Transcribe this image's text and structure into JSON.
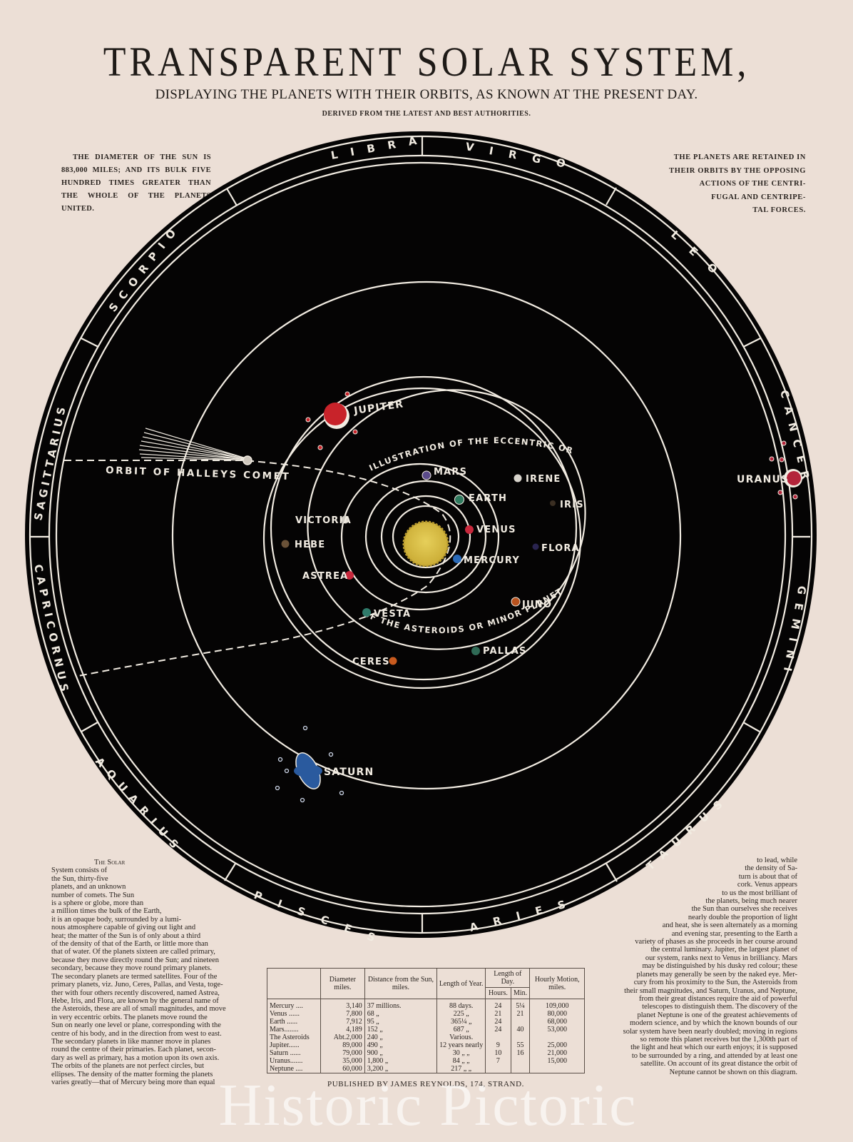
{
  "header": {
    "title": "TRANSPARENT SOLAR SYSTEM,",
    "subtitle": "DISPLAYING THE PLANETS WITH THEIR ORBITS, AS KNOWN AT THE PRESENT DAY.",
    "tagline": "DERIVED FROM THE LATEST AND BEST AUTHORITIES."
  },
  "notes": {
    "left": "THE DIAMETER OF THE SUN IS 883,000 MILES; AND ITS BULK FIVE HUNDRED TIMES GREATER THAN THE WHOLE OF THE PLANETS UNITED.",
    "right_lines": [
      "THE PLANETS ARE RETAINED IN",
      "THEIR ORBITS BY THE OPPOSING",
      "ACTIONS OF THE CENTRI-",
      "FUGAL AND CENTRIPE-",
      "TAL FORCES."
    ]
  },
  "zodiac": [
    "LIBRA",
    "VIRGO",
    "LEO",
    "CANCER",
    "GEMINI",
    "TAURUS",
    "ARIES",
    "PISCES",
    "AQUARIUS",
    "CAPRICORNUS",
    "SAGITTARIUS",
    "SCORPIO"
  ],
  "diagram": {
    "colors": {
      "paper": "#ecdfd6",
      "sky": "#050404",
      "orbit_line": "#f2ece2",
      "sun": "#d8c046",
      "jupiter": "#c8232a",
      "saturn": "#2a5a9e",
      "uranus": "#b3243a",
      "mars": "#5a4a8a",
      "earth": "#2f7a5e",
      "venus": "#c8283c",
      "mercury": "#2a6ab8"
    },
    "labels": {
      "jupiter": "JUPITER",
      "saturn": "SATURN",
      "uranus": "URANUS",
      "mars": "MARS",
      "earth": "EARTH",
      "venus": "VENUS",
      "mercury": "MERCURY",
      "irene": "IRENE",
      "iris": "IRIS",
      "flora": "FLORA",
      "victoria": "VICTORIA",
      "hebe": "HEBE",
      "astrea": "ASTREA",
      "juno": "JUNO",
      "vesta": "VESTA",
      "pallas": "PALLAS",
      "ceres": "CERES",
      "comet_orbit": "ORBIT OF HALLEYS COMET",
      "eccentric_top": "ILLUSTRATION OF THE ECCENTRIC ORBITS",
      "eccentric_bottom": "OF THE ASTEROIDS OR MINOR PLANETS"
    }
  },
  "body_text": {
    "left_lines": [
      "The Solar",
      "System consists of",
      "the Sun, thirty-five",
      "planets, and an unknown",
      "number of comets. The Sun",
      "is a sphere or globe, more than",
      "a million times the bulk of the Earth,",
      "it is an opaque body, surrounded by a lumi-",
      "nous atmosphere capable of giving out light and",
      "heat; the matter of the Sun is of only about a third",
      "of the density of that of the Earth, or little more than",
      "that of water. Of the planets sixteen are called primary,",
      "because they move directly round the Sun; and nineteen",
      "secondary, because they move round primary planets.",
      "The secondary planets are termed satellites. Four of the",
      "primary planets, viz. Juno, Ceres, Pallas, and Vesta, toge-",
      "ther with four others recently discovered, named Astrea,",
      "Hebe, Iris, and Flora, are known by the general name of",
      "the Asteroids, these are all of small magnitudes, and move",
      "in very eccentric orbits. The planets move round the",
      "Sun on nearly one level or plane, corresponding with the",
      "centre of his body, and in the direction from west to east.",
      "The secondary planets in like manner move in planes",
      "round the centre of their primaries. Each planet, secon-",
      "dary as well as primary, has a motion upon its own axis.",
      "The orbits of the planets are not perfect circles, but",
      "ellipses. The density of the matter forming the planets",
      "varies greatly—that of Mercury being more than equal"
    ],
    "right_lines": [
      "to lead, while",
      "the density of Sa-",
      "turn is about that of",
      "cork. Venus appears",
      "to us the most brilliant of",
      "the planets, being much nearer",
      "the Sun than ourselves she receives",
      "nearly double the proportion of light",
      "and heat, she is seen alternately as a morning",
      "and evening star, presenting to the Earth a",
      "variety of phases as she proceeds in her course around",
      "the central luminary. Jupiter, the largest planet of",
      "our system, ranks next to Venus in brilliancy. Mars",
      "may be distinguished by his dusky red colour; these",
      "planets may generally be seen by the naked eye. Mer-",
      "cury from his proximity to the Sun, the Asteroids from",
      "their small magnitudes, and Saturn, Uranus, and Neptune,",
      "from their great distances require the aid of powerful",
      "telescopes to distinguish them. The discovery of the",
      "planet Neptune is one of the greatest achievements of",
      "modern science, and by which the known bounds of our",
      "solar system have been nearly doubled; moving in regions",
      "so remote this planet receives but the 1,300th part of",
      "the light and heat which our earth enjoys; it is supposed",
      "to be surrounded by a ring, and attended by at least one",
      "satellite. On account of its great distance the orbit of",
      "Neptune cannot be shown on this diagram."
    ]
  },
  "table": {
    "headers": {
      "diameter": "Diameter miles.",
      "distance": "Distance from the Sun, miles.",
      "year": "Length of Year.",
      "day": "Length of Day.",
      "hours": "Hours.",
      "min": "Min.",
      "motion": "Hourly Motion, miles."
    },
    "rows": [
      {
        "name": "Mercury ....",
        "diameter": "3,140",
        "distance": "37 millions.",
        "dist_unit": "",
        "year": "88 days.",
        "year_unit": "",
        "hours": "24",
        "min": "5¼",
        "motion": "109,000"
      },
      {
        "name": "Venus ......",
        "diameter": "7,800",
        "distance": "68",
        "dist_unit": "„",
        "year": "225",
        "year_unit": "„",
        "hours": "21",
        "min": "21",
        "motion": "80,000"
      },
      {
        "name": "Earth ......",
        "diameter": "7,912",
        "distance": "95",
        "dist_unit": "„",
        "year": "365¼",
        "year_unit": "„",
        "hours": "24",
        "min": "",
        "motion": "68,000"
      },
      {
        "name": "Mars........",
        "diameter": "4,189",
        "distance": "152",
        "dist_unit": "„",
        "year": "687",
        "year_unit": "„",
        "hours": "24",
        "min": "40",
        "motion": "53,000"
      },
      {
        "name": "The Asteroids",
        "diameter": "Abt.2,000",
        "distance": "240",
        "dist_unit": "„",
        "year": "Various.",
        "year_unit": "",
        "hours": "",
        "min": "",
        "motion": ""
      },
      {
        "name": "Jupiter......",
        "diameter": "89,000",
        "distance": "490",
        "dist_unit": "„",
        "year": "12 years nearly",
        "year_unit": "",
        "hours": "9",
        "min": "55",
        "motion": "25,000"
      },
      {
        "name": "Saturn ......",
        "diameter": "79,000",
        "distance": "900",
        "dist_unit": "„",
        "year": "30",
        "year_unit": "„    „",
        "hours": "10",
        "min": "16",
        "motion": "21,000"
      },
      {
        "name": "Uranus.......",
        "diameter": "35,000",
        "distance": "1,800",
        "dist_unit": "„",
        "year": "84",
        "year_unit": "„    „",
        "hours": "7",
        "min": "",
        "motion": "15,000"
      },
      {
        "name": "Neptune ....",
        "diameter": "60,000",
        "distance": "3,200",
        "dist_unit": "„",
        "year": "217",
        "year_unit": "„    „",
        "hours": "",
        "min": "",
        "motion": ""
      }
    ]
  },
  "footer": {
    "publisher": "PUBLISHED BY JAMES REYNOLDS, 174, STRAND.",
    "watermark": "Historic Pictoric"
  }
}
